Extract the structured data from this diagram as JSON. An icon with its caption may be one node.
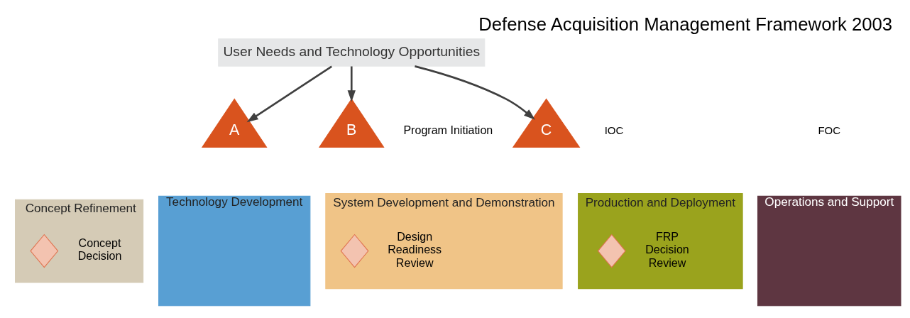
{
  "diagram": {
    "title": "Defense Acquisition Management Framework 2003",
    "nodes": [
      {
        "text": [
          "User Needs and Technology Opportunities"
        ]
      },
      {
        "text": [
          "A"
        ]
      },
      {
        "text": [
          "B"
        ],
        "beside": [
          "Program Initiation"
        ]
      },
      {
        "text": [
          "C"
        ]
      },
      {
        "text": [
          "Concept Refinement"
        ]
      },
      {
        "text": [
          "Technology Development"
        ]
      },
      {
        "text": [
          "System Development and Demonstration"
        ]
      },
      {
        "text": [
          "Production and Deployment"
        ]
      },
      {
        "text": [
          "Operations and Support"
        ]
      },
      {
        "text": [],
        "shape": "diamond",
        "beside": [
          "Concept Decision"
        ],
        "in": 4
      },
      {
        "text": [],
        "shape": "diamond",
        "beside": [
          "Design Readiness Review"
        ],
        "in": 6
      },
      {
        "text": [],
        "shape": "diamond",
        "beside": [
          "FRP Decision Review"
        ],
        "in": 7
      }
    ],
    "edges": [
      {
        "from": 0,
        "to": 1,
        "arrow": "to"
      },
      {
        "from": 0,
        "to": 2,
        "arrow": "to"
      },
      {
        "from": 0,
        "to": 3,
        "arrow": "to"
      }
    ],
    "labels": [
      "IOC",
      "FOC"
    ]
  }
}
